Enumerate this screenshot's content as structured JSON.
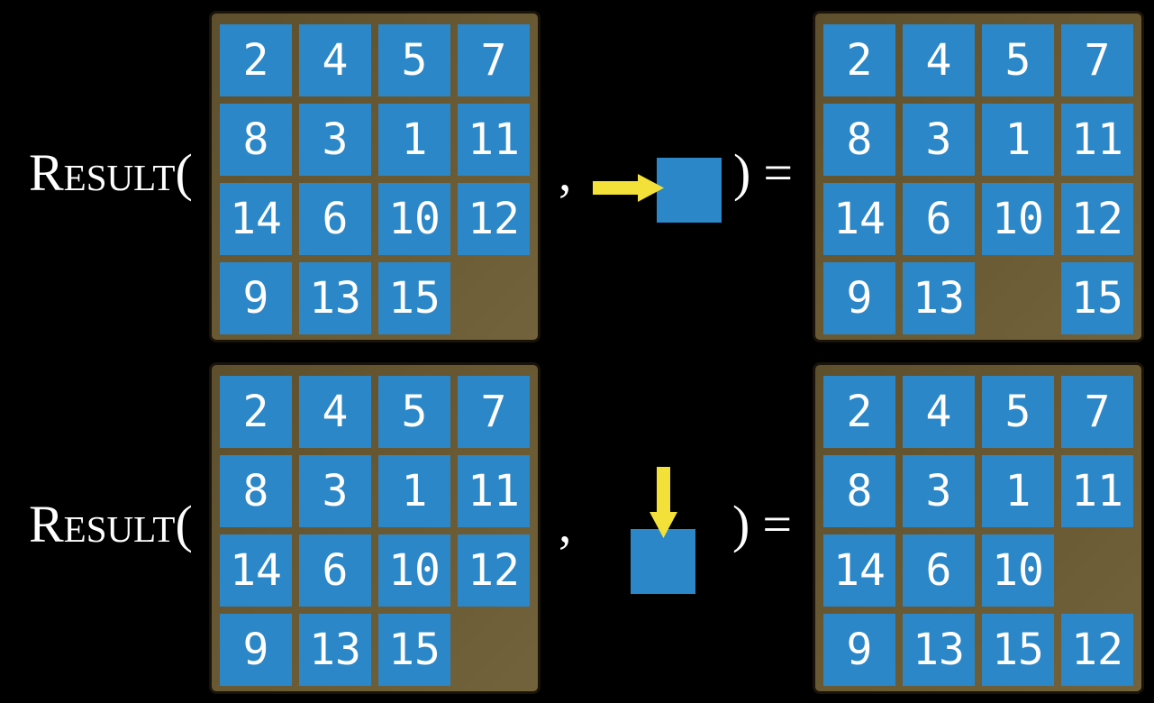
{
  "colors": {
    "background": "#000000",
    "grid_frame": "#675733",
    "grid_border": "#1a1309",
    "tile_blue": "#2b87c7",
    "tile_number": "#ffffff",
    "arrow_yellow": "#f3e139",
    "formula_text": "#ffffff"
  },
  "examples": [
    {
      "function_name": "Result",
      "open_paren": "(",
      "comma": ",",
      "action": {
        "icon": "arrow-right-icon",
        "direction": "right"
      },
      "close_paren": ")",
      "equals": "=",
      "input_grid": [
        [
          "2",
          "4",
          "5",
          "7"
        ],
        [
          "8",
          "3",
          "1",
          "11"
        ],
        [
          "14",
          "6",
          "10",
          "12"
        ],
        [
          "9",
          "13",
          "15",
          ""
        ]
      ],
      "output_grid": [
        [
          "2",
          "4",
          "5",
          "7"
        ],
        [
          "8",
          "3",
          "1",
          "11"
        ],
        [
          "14",
          "6",
          "10",
          "12"
        ],
        [
          "9",
          "13",
          "",
          "15"
        ]
      ]
    },
    {
      "function_name": "Result",
      "open_paren": "(",
      "comma": ",",
      "action": {
        "icon": "arrow-down-icon",
        "direction": "down"
      },
      "close_paren": ")",
      "equals": "=",
      "input_grid": [
        [
          "2",
          "4",
          "5",
          "7"
        ],
        [
          "8",
          "3",
          "1",
          "11"
        ],
        [
          "14",
          "6",
          "10",
          "12"
        ],
        [
          "9",
          "13",
          "15",
          ""
        ]
      ],
      "output_grid": [
        [
          "2",
          "4",
          "5",
          "7"
        ],
        [
          "8",
          "3",
          "1",
          "11"
        ],
        [
          "14",
          "6",
          "10",
          ""
        ],
        [
          "9",
          "13",
          "15",
          "12"
        ]
      ]
    }
  ]
}
